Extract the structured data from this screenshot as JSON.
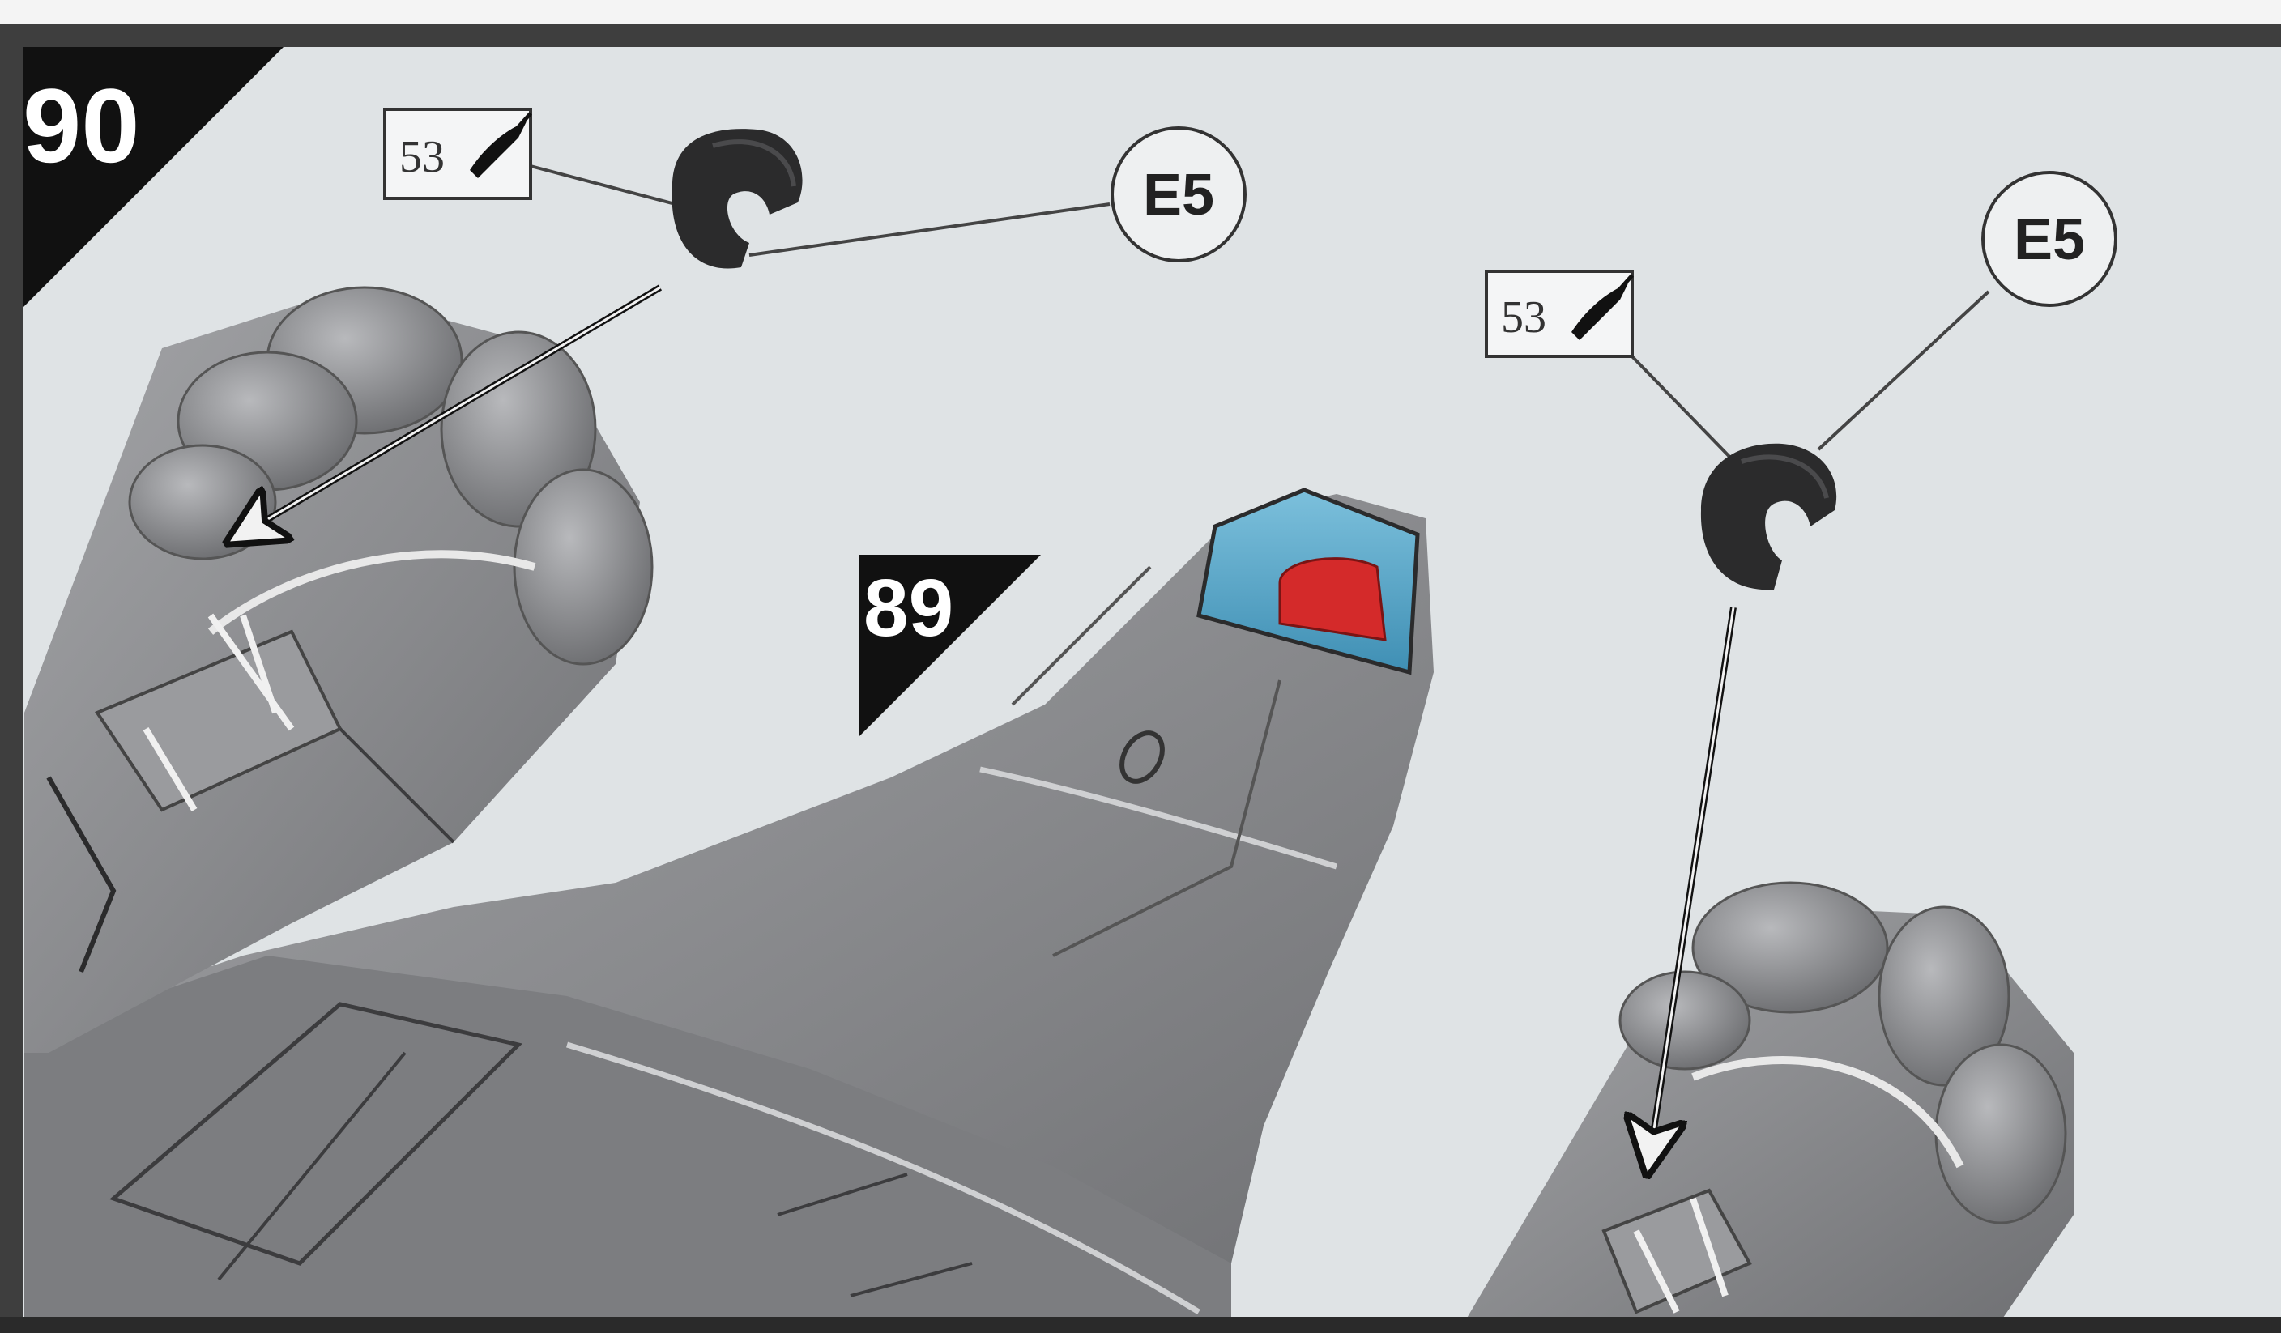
{
  "step": {
    "number": "90",
    "reference_step": "89"
  },
  "callouts": [
    {
      "part": "E5",
      "paint_code": "53"
    },
    {
      "part": "E5",
      "paint_code": "53"
    }
  ],
  "colors": {
    "frame": "#3e3e3e",
    "background": "#dfe3e5",
    "part_grey": "#8a8a8c",
    "part_dark": "#2b2b2c",
    "canopy_blue": "#4f9ec2",
    "canopy_red": "#d42a2a",
    "marker_black": "#111111"
  },
  "icons": [
    "paintbrush-icon",
    "arrow-icon"
  ]
}
